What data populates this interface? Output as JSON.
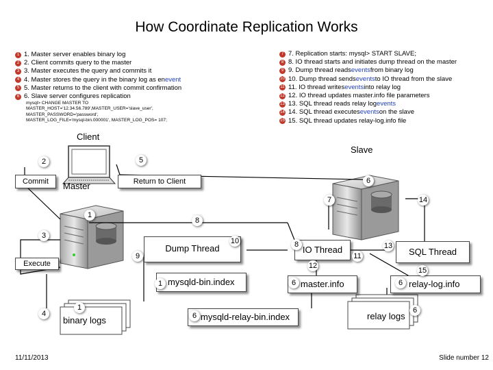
{
  "title": "How Coordinate Replication Works",
  "left_steps": [
    {
      "n": "1",
      "text": "1. Master server enables binary log"
    },
    {
      "n": "2",
      "text": "2. Client commits query to the master"
    },
    {
      "n": "3",
      "text": "3. Master executes the query and commits it"
    },
    {
      "n": "4",
      "pre": "4. Master stores the query in the binary log as en ",
      "hl": "event",
      "post": ""
    },
    {
      "n": "5",
      "text": "5. Master returns to the client with commit confirmation"
    },
    {
      "n": "6",
      "text": "6. Slave server configures replication"
    }
  ],
  "code": "mysql> CHANGE MASTER TO\nMASTER_HOST='12.34.56.789',MASTER_USER='slave_user',\nMASTER_PASSWORD='password',\nMASTER_LOG_FILE='mysql-bin.000001', MASTER_LOG_POS= 107;",
  "right_steps": [
    {
      "n": "7",
      "pre": "7. Replication starts: mysql> START SLAVE;",
      "hl": "",
      "post": ""
    },
    {
      "n": "8",
      "pre": "8. IO thread starts and initiates dump thread on the master",
      "hl": "",
      "post": ""
    },
    {
      "n": "9",
      "pre": "9. Dump thread reads ",
      "hl": "events",
      "post": " from binary log"
    },
    {
      "n": "10",
      "pre": "10. Dump thread sends ",
      "hl": "events",
      "post": " to IO thread from the slave"
    },
    {
      "n": "11",
      "pre": "11. IO thread writes ",
      "hl": "events",
      "post": " into relay log"
    },
    {
      "n": "12",
      "pre": "12. IO thread updates master.info file parameters",
      "hl": "",
      "post": ""
    },
    {
      "n": "13",
      "pre": "13. SQL thread reads relay log ",
      "hl": "events",
      "post": ""
    },
    {
      "n": "14",
      "pre": "14. SQL thread executes ",
      "hl": "events",
      "post": " on the slave"
    },
    {
      "n": "15",
      "pre": "15. SQL thread updates relay-log.info file",
      "hl": "",
      "post": ""
    }
  ],
  "diagram": {
    "client": "Client",
    "slave": "Slave",
    "master": "Master",
    "commit": "Commit",
    "return_to_client": "Return to Client",
    "execute": "Execute",
    "dump_thread": "Dump Thread",
    "io_thread": "IO Thread",
    "sql_thread": "SQL Thread",
    "mysqld_bin_index": "mysqld-bin.index",
    "master_info": "master.info",
    "relay_log_info": "relay-log.info",
    "binary_logs": "binary logs",
    "relay_bin_index": "mysqld-relay-bin.index",
    "relay_logs": "relay logs",
    "badges": {
      "b2": "2",
      "b5": "5",
      "b6a": "6",
      "b7": "7",
      "b14": "14",
      "b1a": "1",
      "b8": "8",
      "b3": "3",
      "b10": "10",
      "b8b": "8",
      "b13": "13",
      "b9": "9",
      "b11": "11",
      "b12": "12",
      "b15": "15",
      "b1b": "1",
      "b6b": "6",
      "b6c": "6",
      "b4": "4",
      "b1c": "1",
      "b6d": "6",
      "b6e": "6"
    }
  },
  "footer": {
    "date": "11/11/2013",
    "slide": "Slide number 12"
  },
  "colors": {
    "badge_red": "#c0392b",
    "event_blue": "#1f3fbf"
  }
}
